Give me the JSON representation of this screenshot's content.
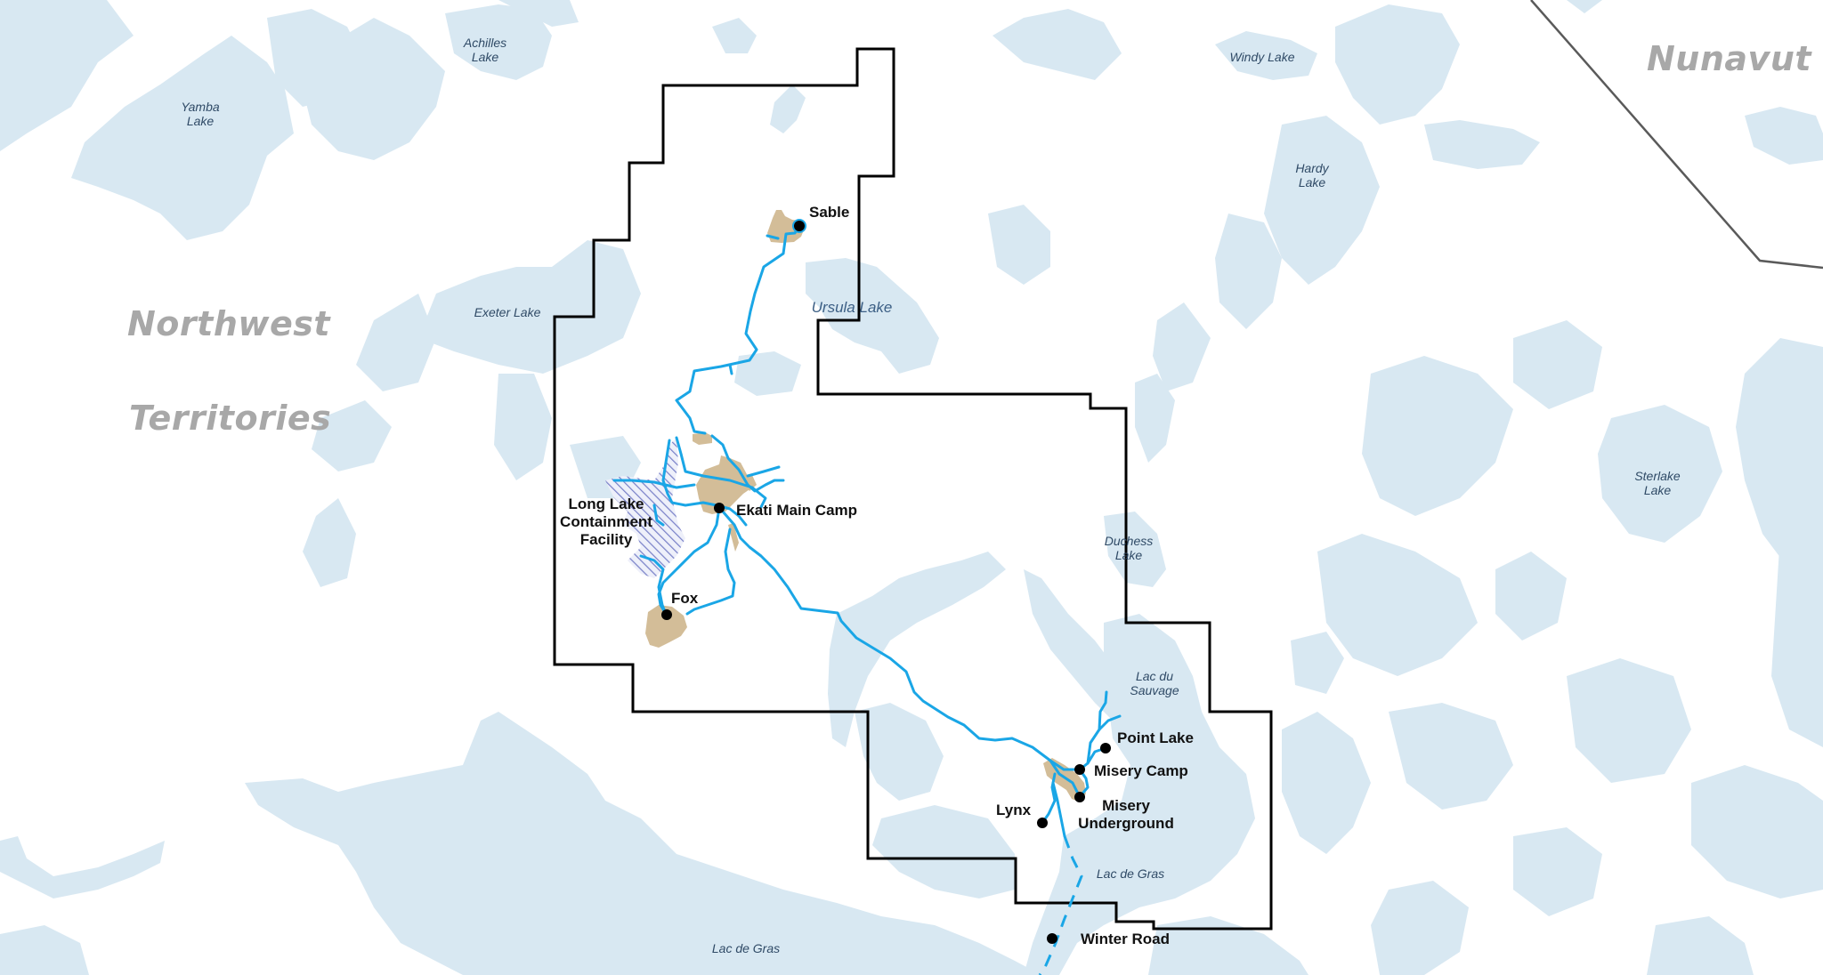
{
  "map": {
    "colors": {
      "background": "#ffffff",
      "water": "#d8e8f2",
      "claim_boundary": "#000000",
      "territory_border": "#5a5a5a",
      "roads": "#1aa6e6",
      "pits": "#d3bd98",
      "containment_hatch": "#7b83c9",
      "region_label": "#a8a8a8",
      "lake_label": "#2f4a66"
    },
    "regions": [
      {
        "id": "nwt-1",
        "label": "Northwest"
      },
      {
        "id": "nwt-2",
        "label": "Territories"
      },
      {
        "id": "nunavut",
        "label": "Nunavut"
      }
    ],
    "lakes": [
      {
        "id": "achilles",
        "line1": "Achilles",
        "line2": "Lake"
      },
      {
        "id": "yamba",
        "line1": "Yamba",
        "line2": "Lake"
      },
      {
        "id": "exeter",
        "line1": "Exeter Lake"
      },
      {
        "id": "ursula",
        "line1": "Ursula Lake"
      },
      {
        "id": "windy",
        "line1": "Windy Lake"
      },
      {
        "id": "hardy",
        "line1": "Hardy",
        "line2": "Lake"
      },
      {
        "id": "sterlake",
        "line1": "Sterlake",
        "line2": "Lake"
      },
      {
        "id": "duchess",
        "line1": "Duchess",
        "line2": "Lake"
      },
      {
        "id": "sauvage",
        "line1": "Lac du",
        "line2": "Sauvage"
      },
      {
        "id": "gras-east",
        "line1": "Lac de Gras"
      },
      {
        "id": "gras-south",
        "line1": "Lac de Gras"
      }
    ],
    "sites": [
      {
        "id": "sable",
        "label": "Sable"
      },
      {
        "id": "ekati",
        "label": "Ekati Main Camp"
      },
      {
        "id": "long-lake",
        "line1": "Long Lake",
        "line2": "Containment",
        "line3": "Facility"
      },
      {
        "id": "fox",
        "label": "Fox"
      },
      {
        "id": "point-lake",
        "label": "Point Lake"
      },
      {
        "id": "misery-camp",
        "label": "Misery Camp"
      },
      {
        "id": "misery-ug",
        "line1": "Misery",
        "line2": "Underground"
      },
      {
        "id": "lynx",
        "label": "Lynx"
      },
      {
        "id": "winter-road",
        "label": "Winter Road"
      }
    ]
  }
}
